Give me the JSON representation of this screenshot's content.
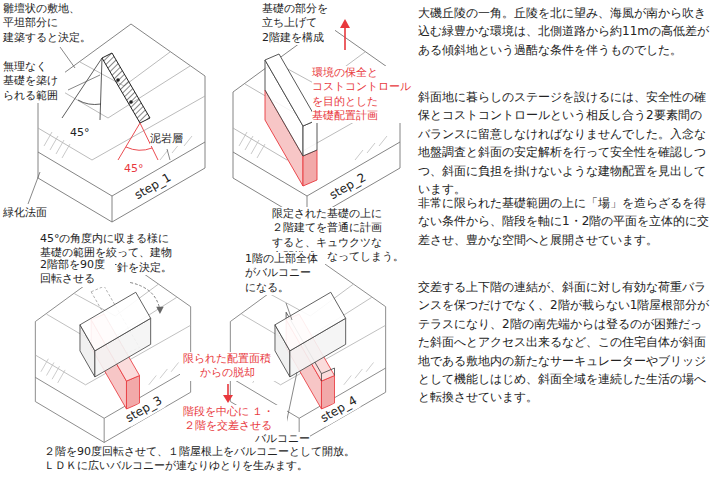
{
  "diagram": {
    "labels": [
      "雛壇状の敷地、 平坦部分に 建築すると決定。",
      "無理なく 基礎を築け られる範囲",
      "45°",
      "泥岩層",
      "45°",
      "緑化法面",
      "step_1",
      "45°の角度内に収まる様に 基礎の範囲を絞って、建物 を安定させる方針を決定。",
      "基礎の部分を 立ち上げて 2階建を構成",
      "環境の保全と コストコントロール を目的とした 基礎配置計画",
      "step_2",
      "限定された基礎の上に ２階建てを普通に計画 すると、キュウクツな 空間構成となってしまう。",
      "2階部を90度 回転させる",
      "step_3",
      "限られた配置面積 からの脱却",
      "階段を中心に １・２階を交差させる",
      "２階を90度回転させて、１階屋根上をバルコニーとして開放。 ＬＤＫに広いバルコニーが連なりゆとりを生みます。",
      "1階の上部全体 がバルコニー になる。",
      "バルコニー",
      "step_4",
      "大磯丘陵の一角。丘陵を北に望み、海風が南から吹き込む緑豊かな環境は、北側道路から約11mの高低差がある傾斜地という過酷な条件を伴うものでした。",
      "斜面地に暮らしのステージを設けるには、安全性の確保とコストコントロールという相反し合う2要素間のバランスに留意しなければなりませんでした。入念な地盤調査と斜面の安定解析を行って安全性を確認しつつ、斜面に負担を掛けないような建物配置を見出しています。",
      "非常に限られた基礎範囲の上に「場」を造らざるを得ない条件から、階段を軸に1・2階の平面を立体的に交差させ、豊かな空間へと展開させています。",
      "交差する上下階の連結が、斜面に対し有効な荷重バランスを保つだけでなく、2階が載らない1階屋根部分がテラスになり、2階の南先端からは登るのが困難だった斜面へとアクセス出来るなど、この住宅自体が斜面地である敷地内の新たなサーキュレーターやブリッジとして機能しはじめ、斜面全域を連続した生活の場へと転換させています。"
    ]
  }
}
